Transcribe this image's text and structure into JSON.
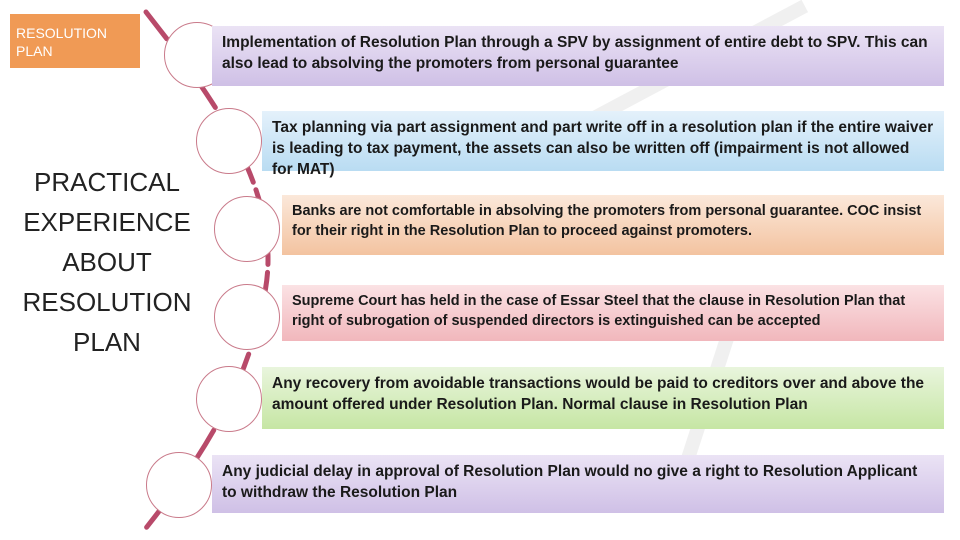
{
  "tag": {
    "label": "RESOLUTION PLAN"
  },
  "side_title": {
    "lines": [
      "PRACTICAL",
      "EXPERIENCE",
      "ABOUT",
      "RESOLUTION",
      "PLAN"
    ]
  },
  "items": [
    {
      "text": "Implementation of Resolution Plan through a SPV by assignment of entire debt to SPV. This can also lead to absolving the promoters from personal guarantee"
    },
    {
      "text": "Tax planning via part assignment and part write off in a resolution plan if the entire waiver is leading to tax payment, the assets can also be written off (impairment is not allowed for MAT)"
    },
    {
      "text": "Banks are not comfortable in absolving the promoters from personal guarantee. COC insist for their right in the Resolution Plan to proceed against promoters."
    },
    {
      "text": "Supreme Court has held in the case of Essar Steel that the clause in Resolution Plan that right of subrogation of suspended directors is extinguished can be accepted"
    },
    {
      "text": "Any recovery from avoidable transactions would be paid to creditors over and above the amount offered under Resolution Plan. Normal clause in Resolution Plan"
    },
    {
      "text": "Any judicial delay in approval of Resolution Plan would no give a right to Resolution Applicant to withdraw the Resolution Plan"
    }
  ],
  "colors": {
    "tag": "#f09a55",
    "arc": "#b84a6a",
    "purple": "#cfc0e6",
    "blue": "#b9dcf2",
    "orange": "#f3c3a0",
    "pink": "#f1b7bc",
    "green": "#c6e6a4"
  }
}
